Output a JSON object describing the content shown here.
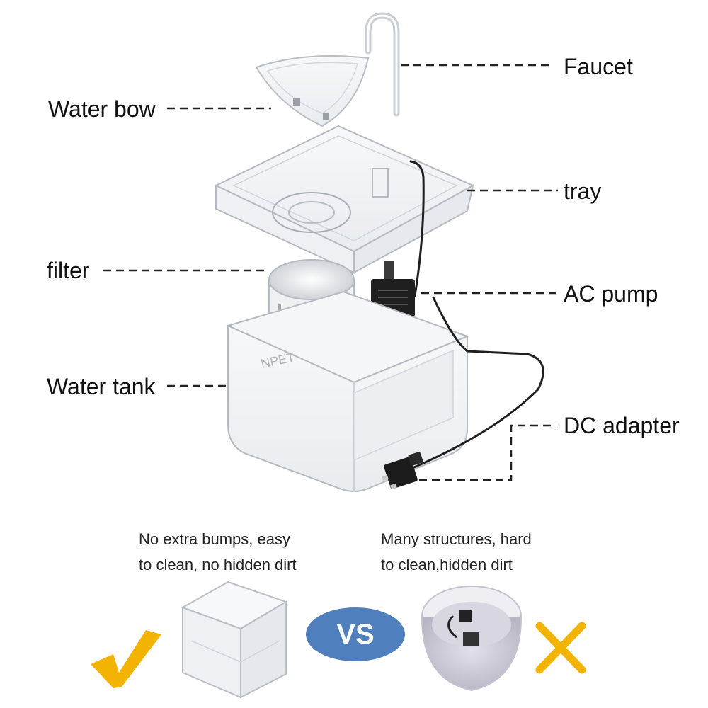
{
  "labels": {
    "faucet": "Faucet",
    "water_bowl": "Water bow",
    "tray": "tray",
    "filter": "filter",
    "ac_pump": "AC pump",
    "water_tank": "Water tank",
    "dc_adapter": "DC adapter"
  },
  "brand_text": "NPET",
  "comparison": {
    "good_line1": "No extra bumps, easy",
    "good_line2": "to clean, no hidden dirt",
    "bad_line1": "Many structures, hard",
    "bad_line2": "to clean,hidden dirt",
    "vs_label": "VS"
  },
  "colors": {
    "check": "#f3b400",
    "cross": "#f3b400",
    "vs_badge": "#4f7fbd"
  },
  "icons": {
    "good": "checkmark-icon",
    "bad": "cross-icon"
  }
}
